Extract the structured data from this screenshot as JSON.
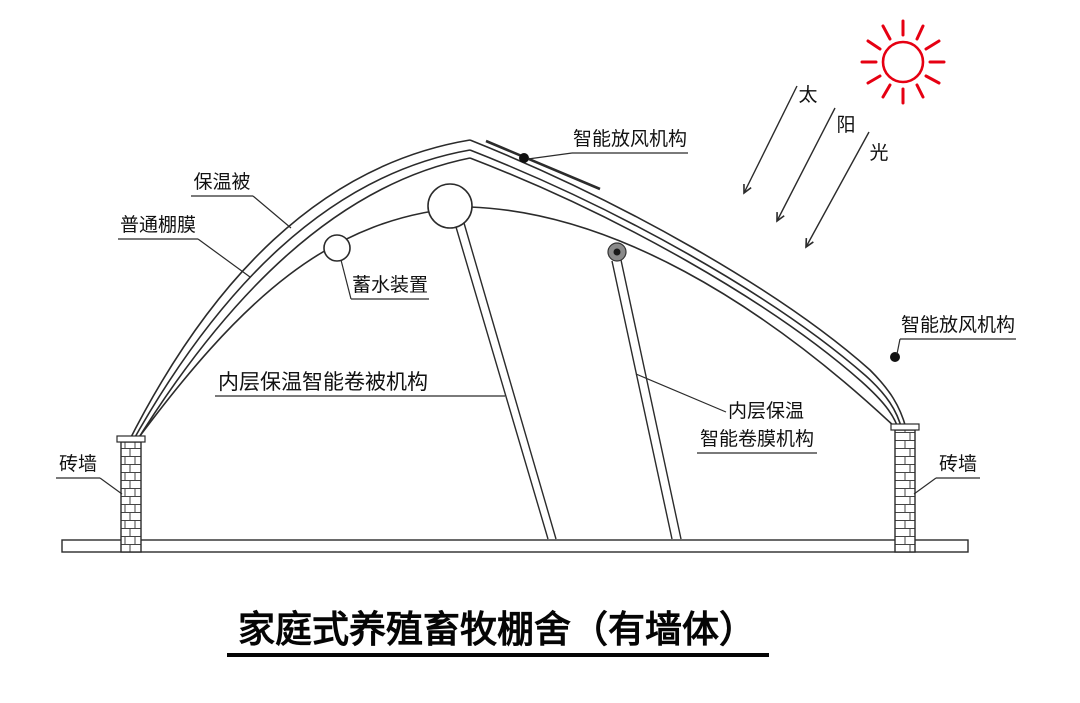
{
  "title": {
    "text": "家庭式养殖畜牧棚舍（有墙体）"
  },
  "sun": {
    "char1": "太",
    "char2": "阳",
    "char3": "光"
  },
  "labels": {
    "insulation_quilt": "保温被",
    "ordinary_film": "普通棚膜",
    "water_storage": "蓄水装置",
    "smart_vent_top": "智能放风机构",
    "smart_vent_right": "智能放风机构",
    "inner_quilt_roller": "内层保温智能卷被机构",
    "inner_film_roller_line1": "内层保温",
    "inner_film_roller_line2": "智能卷膜机构",
    "brick_wall_left": "砖墙",
    "brick_wall_right": "砖墙"
  },
  "colors": {
    "line": "#2b2b2b",
    "sun": "#e60012"
  }
}
